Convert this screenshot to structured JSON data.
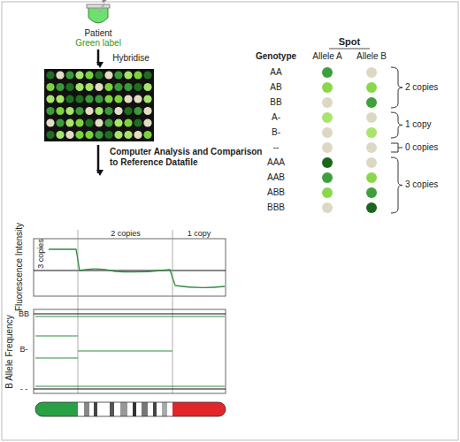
{
  "diagram": {
    "labels": [
      "Patient",
      "Green label",
      "Hybridise",
      "Computer Analysis and Comparison to Reference Datafile",
      "3 copies",
      "2 copies",
      "1 copy",
      "Fluorescence Intensity",
      "BB",
      "B-",
      "- -",
      "B Allele Frequency",
      "Spot",
      "Genotype",
      "Allele A",
      "Allele B",
      "AA",
      "AB",
      "BB",
      "A-",
      "B-",
      "--",
      "AAA",
      "AAB",
      "ABB",
      "BBB",
      "2 copies",
      "1 copy",
      "0 copies",
      "3 copies"
    ]
  }
}
